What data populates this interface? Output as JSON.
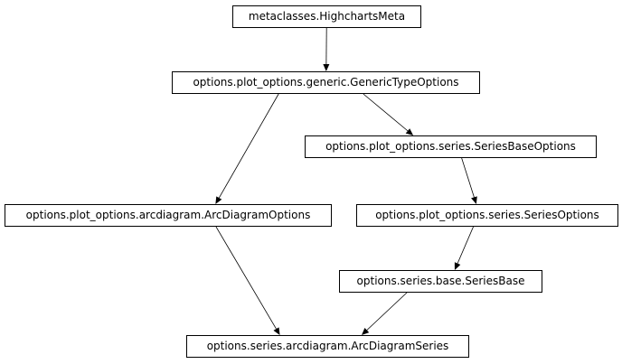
{
  "diagram": {
    "nodes": [
      {
        "id": "n0",
        "label": "metaclasses.HighchartsMeta"
      },
      {
        "id": "n1",
        "label": "options.plot_options.generic.GenericTypeOptions"
      },
      {
        "id": "n2",
        "label": "options.plot_options.series.SeriesBaseOptions"
      },
      {
        "id": "n3",
        "label": "options.plot_options.arcdiagram.ArcDiagramOptions"
      },
      {
        "id": "n4",
        "label": "options.plot_options.series.SeriesOptions"
      },
      {
        "id": "n5",
        "label": "options.series.base.SeriesBase"
      },
      {
        "id": "n6",
        "label": "options.series.arcdiagram.ArcDiagramSeries"
      }
    ],
    "edges": [
      {
        "from": "n0",
        "to": "n1"
      },
      {
        "from": "n1",
        "to": "n2"
      },
      {
        "from": "n1",
        "to": "n3"
      },
      {
        "from": "n2",
        "to": "n4"
      },
      {
        "from": "n4",
        "to": "n5"
      },
      {
        "from": "n3",
        "to": "n6"
      },
      {
        "from": "n5",
        "to": "n6"
      }
    ],
    "colors": {
      "line": "#000000",
      "box_border": "#000000",
      "box_fill": "#ffffff",
      "text": "#000000"
    }
  }
}
